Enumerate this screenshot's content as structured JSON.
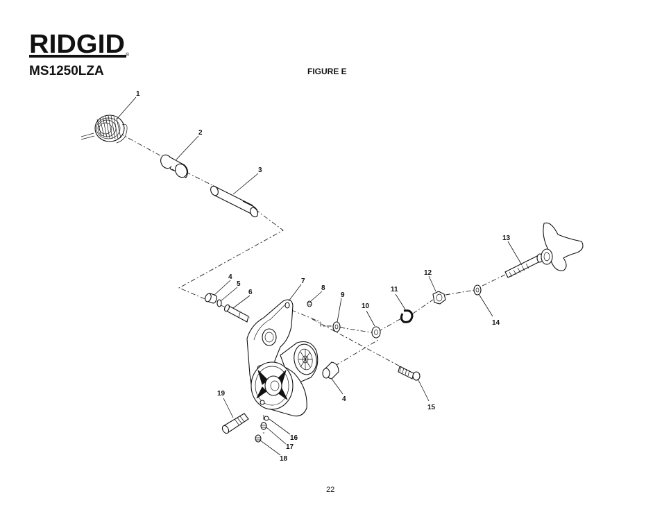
{
  "brand": {
    "logo_text": "RIDGID",
    "registered_mark": "®"
  },
  "model": "MS1250LZA",
  "figure_title": "FIGURE E",
  "page_number": "22",
  "callouts": [
    "1",
    "2",
    "3",
    "4",
    "5",
    "6",
    "7",
    "8",
    "9",
    "10",
    "11",
    "12",
    "13",
    "14",
    "4",
    "15",
    "19",
    "16",
    "17",
    "18"
  ]
}
